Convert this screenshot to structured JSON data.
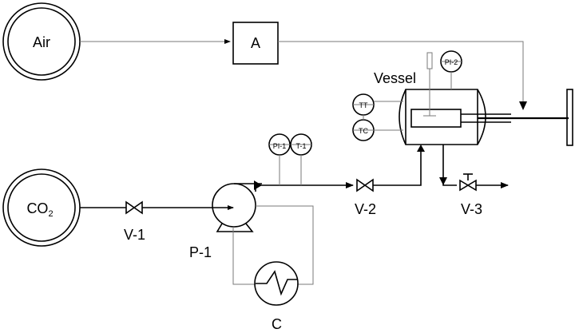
{
  "labels": {
    "air": "Air",
    "analyzer": "A",
    "co2_main": "CO",
    "co2_sub": "2",
    "vessel": "Vessel",
    "v1": "V-1",
    "v2": "V-2",
    "v3": "V-3",
    "p1": "P-1",
    "c": "C",
    "pi1": "PI-1",
    "t1": "T-1",
    "pi2": "PI-2",
    "tt": "TT",
    "tc": "TC"
  }
}
